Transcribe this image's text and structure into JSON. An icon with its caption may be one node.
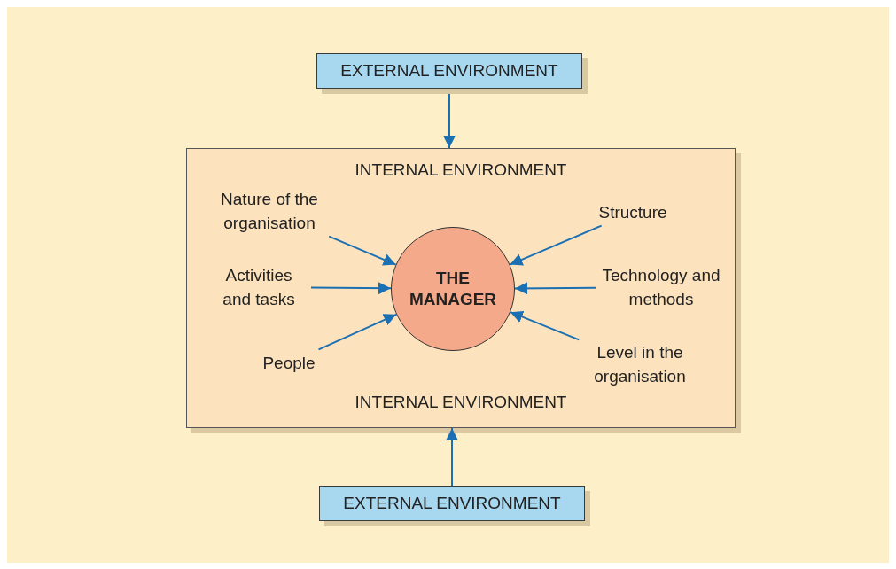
{
  "diagram": {
    "nodes": [
      {
        "text": [
          "EXTERNAL ENVIRONMENT"
        ]
      },
      {
        "text": [
          "INTERNAL ENVIRONMENT",
          "INTERNAL ENVIRONMENT"
        ]
      },
      {
        "text": [
          "THE MANAGER"
        ],
        "in": 1
      },
      {
        "text": [
          "Nature of the organisation"
        ],
        "in": 1
      },
      {
        "text": [
          "Structure"
        ],
        "in": 1
      },
      {
        "text": [
          "Activities and tasks"
        ],
        "in": 1
      },
      {
        "text": [
          "Technology and methods"
        ],
        "in": 1
      },
      {
        "text": [
          "People"
        ],
        "in": 1
      },
      {
        "text": [
          "Level in the organisation"
        ],
        "in": 1
      },
      {
        "text": [
          "EXTERNAL ENVIRONMENT"
        ]
      }
    ],
    "edges": [
      {
        "from": 0,
        "to": 1,
        "arrow": "to"
      },
      {
        "from": 9,
        "to": 1,
        "arrow": "to"
      },
      {
        "from": 3,
        "to": 2,
        "arrow": "to"
      },
      {
        "from": 4,
        "to": 2,
        "arrow": "to"
      },
      {
        "from": 5,
        "to": 2,
        "arrow": "to"
      },
      {
        "from": 6,
        "to": 2,
        "arrow": "to"
      },
      {
        "from": 7,
        "to": 2,
        "arrow": "to"
      },
      {
        "from": 8,
        "to": 2,
        "arrow": "to"
      }
    ]
  }
}
